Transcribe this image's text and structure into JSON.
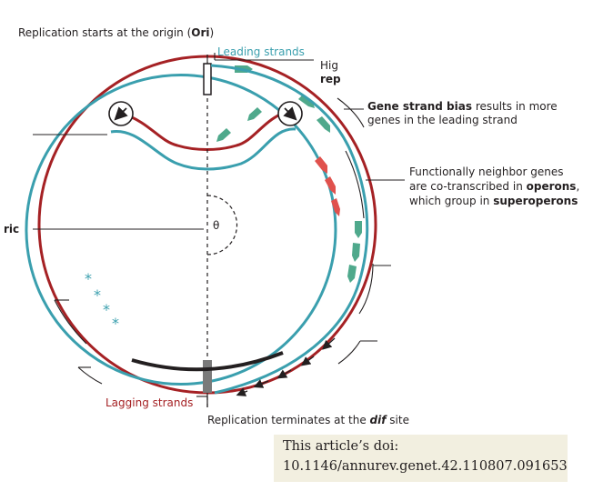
{
  "labels": {
    "origin_pre": "Replication starts at the origin (",
    "origin_bold": "Ori",
    "origin_post": ")",
    "leading": "Leading strands",
    "lagging": "Lagging strands",
    "hig": "Hig",
    "rep": "rep",
    "gene_bias_bold": "Gene strand bias",
    "gene_bias_rest": " results in more",
    "gene_bias_line2": "genes in the leading strand",
    "func_line1": "Functionally neighbor genes",
    "func_line2_pre": "are co-transcribed in ",
    "func_line2_bold": "operons",
    "func_line2_post": ",",
    "func_line3_pre": "which group in ",
    "func_line3_bold": "superoperons",
    "ric": "ric",
    "theta": "θ",
    "terminate_pre": "Replication terminates at the ",
    "terminate_bold": "dif",
    "terminate_post": " site"
  },
  "doi": {
    "line1": "This article’s doi:",
    "line2": "10.1146/annurev.genet.42.110807.091653"
  },
  "colors": {
    "teal": "#3a9fae",
    "red": "#a52124",
    "green_gene": "#4fa98c",
    "red_gene": "#e0514d",
    "doi_bg": "#f2efe0"
  }
}
